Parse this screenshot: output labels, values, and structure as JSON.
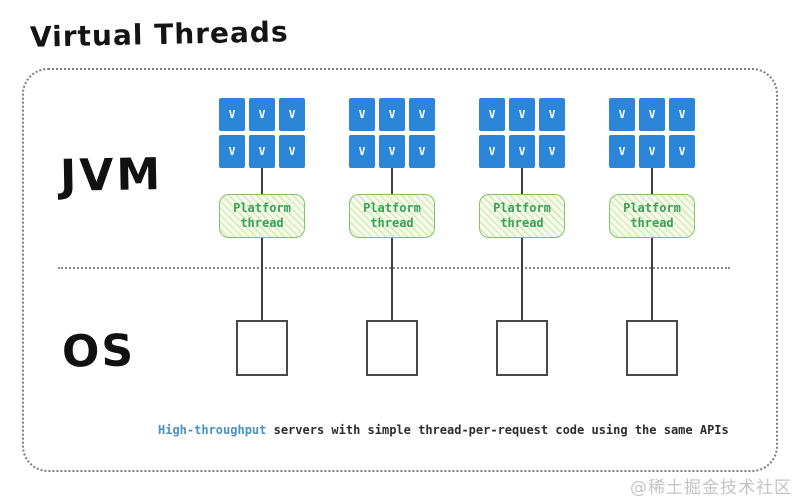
{
  "title": "Virtual Threads",
  "jvm_section": {
    "label": "JVM"
  },
  "os_section": {
    "label": "OS"
  },
  "columns": [
    {
      "v_labels": [
        "V",
        "V",
        "V",
        "V",
        "V",
        "V"
      ],
      "platform_label_line1": "Platform",
      "platform_label_line2": "thread"
    },
    {
      "v_labels": [
        "V",
        "V",
        "V",
        "V",
        "V",
        "V"
      ],
      "platform_label_line1": "Platform",
      "platform_label_line2": "thread"
    },
    {
      "v_labels": [
        "V",
        "V",
        "V",
        "V",
        "V",
        "V"
      ],
      "platform_label_line1": "Platform",
      "platform_label_line2": "thread"
    },
    {
      "v_labels": [
        "V",
        "V",
        "V",
        "V",
        "V",
        "V"
      ],
      "platform_label_line1": "Platform",
      "platform_label_line2": "thread"
    }
  ],
  "caption": {
    "highlight": "High-throughput",
    "rest": " servers with simple thread-per-request code using the same APIs"
  },
  "watermark": "@稀土掘金技术社区",
  "colors": {
    "virtual_thread_fill": "#2b86d9",
    "platform_thread_border": "#85c169",
    "platform_thread_text": "#39a05a",
    "connector_line": "#3f3f3f",
    "caption_highlight": "#4a90c2"
  }
}
